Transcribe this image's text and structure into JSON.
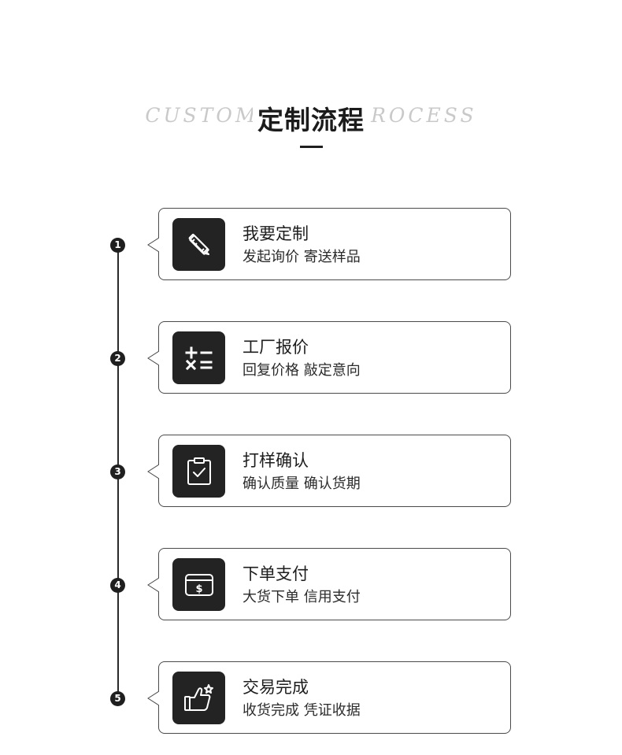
{
  "header": {
    "watermark": "CUSTOM MADE PROCESS",
    "title": "定制流程"
  },
  "steps": [
    {
      "number": "1",
      "title": "我要定制",
      "subtitle": "发起询价 寄送样品",
      "icon": "pencil-ruler-icon"
    },
    {
      "number": "2",
      "title": "工厂报价",
      "subtitle": "回复价格 敲定意向",
      "icon": "calculator-icon"
    },
    {
      "number": "3",
      "title": "打样确认",
      "subtitle": "确认质量 确认货期",
      "icon": "clipboard-check-icon"
    },
    {
      "number": "4",
      "title": "下单支付",
      "subtitle": "大货下单 信用支付",
      "icon": "payment-card-icon"
    },
    {
      "number": "5",
      "title": "交易完成",
      "subtitle": "收货完成 凭证收据",
      "icon": "thumbs-up-icon"
    }
  ],
  "colors": {
    "icon_background": "#232323",
    "timeline": "#2a2a2a",
    "card_border": "#4a4a4a",
    "watermark": "#c9c9c9"
  }
}
